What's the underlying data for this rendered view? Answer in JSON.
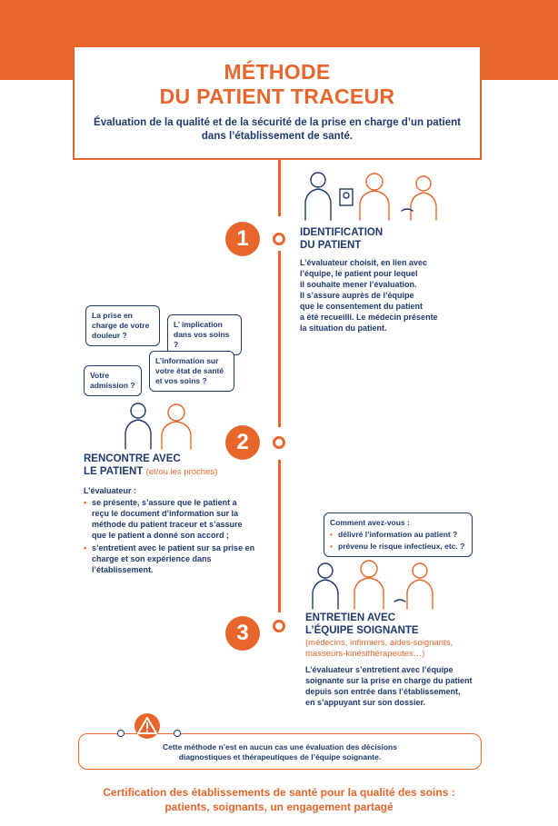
{
  "header": {
    "title_line1": "MÉTHODE",
    "title_line2": "DU PATIENT TRACEUR",
    "subtitle": "Évaluation de la qualité et de la sécurité de la prise en charge d’un patient dans l’établissement de santé."
  },
  "steps": [
    {
      "number": "1",
      "title_line1": "IDENTIFICATION",
      "title_line2": "DU PATIENT",
      "text_lines": [
        "L’évaluateur choisit, en lien avec",
        "l’équipe, le patient pour lequel",
        "il souhaite mener l’évaluation.",
        "Il s’assure auprès de l’équipe",
        "que le consentement du patient",
        "a été recueilli. Le médecin présente",
        "la situation du patient."
      ]
    },
    {
      "number": "2",
      "title_line1": "RENCONTRE AVEC",
      "title_line2": "LE PATIENT",
      "subtitle": "(et/ou les proches)",
      "intro": "L’évaluateur :",
      "bullets": [
        "se présente, s’assure que le patient a reçu le document d’information sur la méthode du patient traceur et s’assure que le patient a donné son accord ;",
        "s’entretient avec le patient sur sa prise en charge et son expérience dans l’établissement."
      ],
      "bubbles": [
        "La prise en charge de votre douleur ?",
        "L’ implication dans vos soins ?",
        "L’information sur votre état de santé et vos soins ?",
        "Votre admission ?"
      ]
    },
    {
      "number": "3",
      "title_line1": "ENTRETIEN AVEC",
      "title_line2": "L’ÉQUIPE SOIGNANTE",
      "subtitle": "(médecins, infirmiers, aides-soignants, masseurs-kinésithérapeutes…)",
      "text_lines": [
        "L’évaluateur s’entretient avec l’équipe",
        "soignante sur la prise en charge du patient",
        "depuis son entrée dans l’établissement,",
        "en s’appuyant sur son dossier."
      ],
      "bubble_title": "Comment avez-vous :",
      "bubble_items": [
        "délivré l’information au patient ?",
        "prévenu le risque infectieux, etc. ?"
      ]
    }
  ],
  "notice": {
    "icon": "warning-icon",
    "text": "Cette méthode n’est en aucun cas une évaluation des décisions diagnostiques et thérapeutiques de l’équipe soignante."
  },
  "footer": {
    "line1": "Certification des établissements de santé pour la qualité des soins :",
    "line2": "patients, soignants, un engagement partagé"
  },
  "colors": {
    "accent": "#e8662c",
    "navy": "#1f3a6e"
  }
}
